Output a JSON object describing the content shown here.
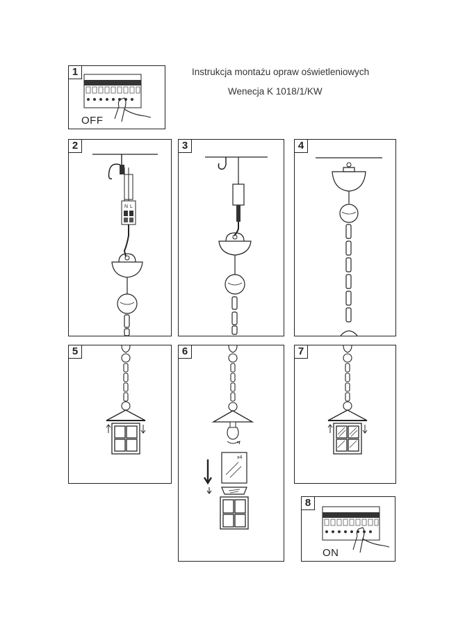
{
  "header": {
    "line1": "Instrukcja montażu opraw oświetleniowych",
    "line2": "Wenecja K 1018/1/KW"
  },
  "steps": [
    {
      "number": "1",
      "state_label": "OFF"
    },
    {
      "number": "2",
      "neutral_label": "N",
      "live_label": "L"
    },
    {
      "number": "3"
    },
    {
      "number": "4"
    },
    {
      "number": "5"
    },
    {
      "number": "6",
      "glass_count": "x4"
    },
    {
      "number": "7"
    },
    {
      "number": "8",
      "state_label": "ON"
    }
  ]
}
